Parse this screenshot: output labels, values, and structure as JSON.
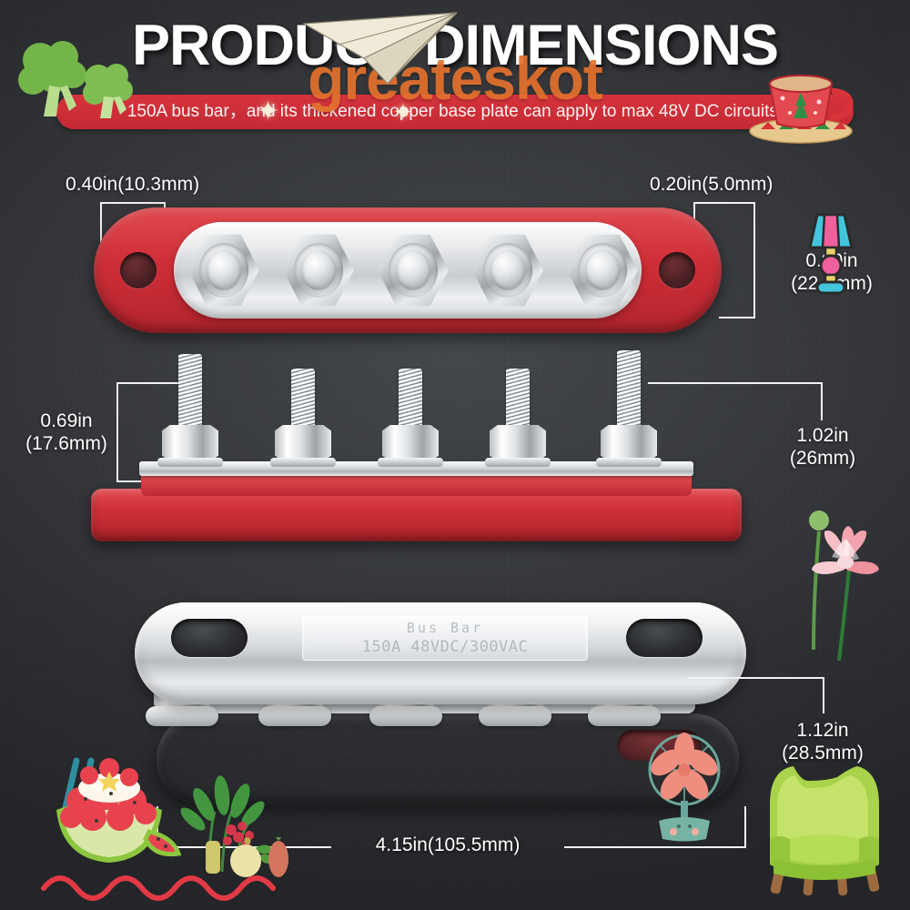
{
  "header": {
    "title": "PRODUCT DIMENSIONS",
    "subtitle": "150A bus bar，and its thickened copper base plate can apply to max 48V DC circuits.",
    "watermark": "greateskot",
    "bar_color": "#c9303a",
    "watermark_color": "#e2702d"
  },
  "dimensions": {
    "top_left": "0.40in(10.3mm)",
    "top_right": "0.20in(5.0mm)",
    "top_height_line1": "0.90in",
    "top_height_line2": "(22.8mm)",
    "side_left_line1": "0.69in",
    "side_left_line2": "(17.6mm)",
    "side_right_line1": "1.02in",
    "side_right_line2": "(26mm)",
    "persp_right_line1": "1.12in",
    "persp_right_line2": "(28.5mm)",
    "persp_width": "4.15in(105.5mm)"
  },
  "product": {
    "label_line1": "Bus  Bar",
    "label_line2": "150A 48VDC/300VAC",
    "base_color": "#cf3038",
    "metal_color": "#d8dbde",
    "stud_count": 5
  },
  "stickers": [
    {
      "name": "broccoli-sticker-large",
      "emoji": "🥦"
    },
    {
      "name": "broccoli-sticker-small",
      "emoji": "🥦"
    },
    {
      "name": "paper-airplane-sticker",
      "emoji": "✈"
    },
    {
      "name": "sparkle-sticker-left",
      "emoji": "✦"
    },
    {
      "name": "sparkle-sticker-right",
      "emoji": "✦"
    },
    {
      "name": "christmas-teacup-sticker",
      "emoji": "☕"
    },
    {
      "name": "table-lamp-sticker",
      "emoji": "💡"
    },
    {
      "name": "lotus-flower-sticker",
      "emoji": "🪷"
    },
    {
      "name": "watermelon-bowl-sticker",
      "emoji": "🍉"
    },
    {
      "name": "herbs-sticker",
      "emoji": "🌿"
    },
    {
      "name": "vegetables-sticker",
      "emoji": "🧅"
    },
    {
      "name": "flower-fan-sticker",
      "emoji": "🌸"
    },
    {
      "name": "green-armchair-sticker",
      "emoji": "🪑"
    },
    {
      "name": "red-wave-sticker",
      "emoji": "〰"
    }
  ]
}
